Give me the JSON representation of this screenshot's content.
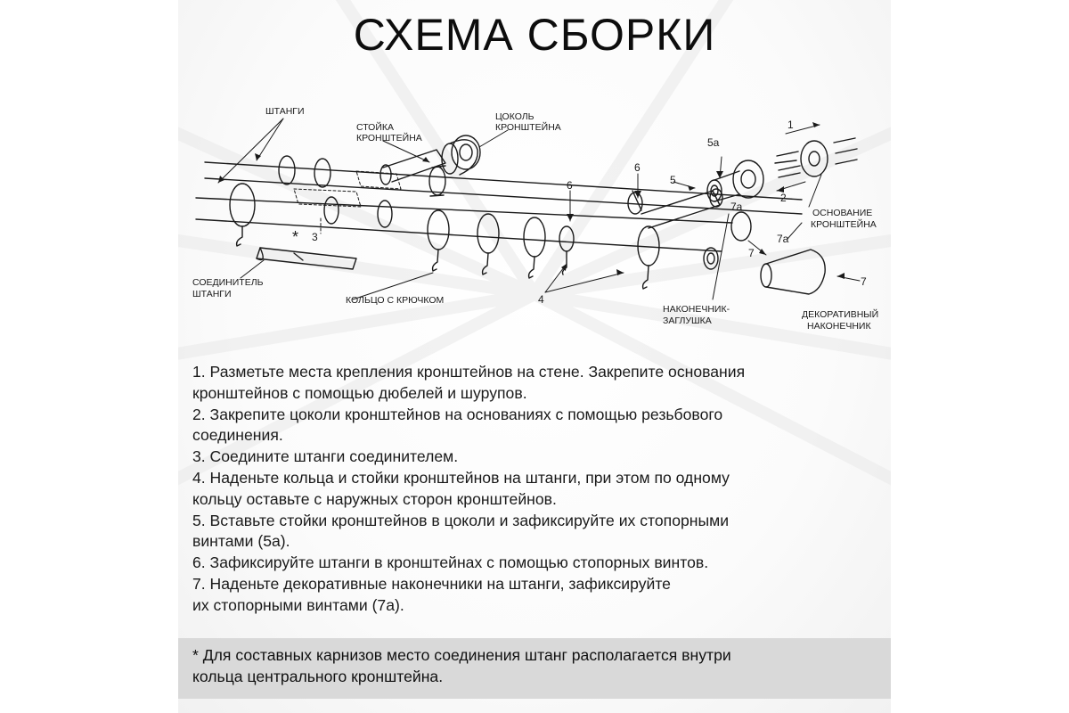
{
  "title": "СХЕМА СБОРКИ",
  "labels": {
    "rods": "ШТАНГИ",
    "bracket_post_1": "СТОЙКА",
    "bracket_post_2": "КРОНШТЕЙНА",
    "bracket_socket_1": "ЦОКОЛЬ",
    "bracket_socket_2": "КРОНШТЕЙНА",
    "connector_1": "СОЕДИНИТЕЛЬ",
    "connector_2": "ШТАНГИ",
    "ring": "КОЛЬЦО С КРЮЧКОМ",
    "end_plug_1": "НАКОНЕЧНИК-",
    "end_plug_2": "ЗАГЛУШКА",
    "finial_1": "ДЕКОРАТИВНЫЙ",
    "finial_2": "НАКОНЕЧНИК",
    "bracket_base_1": "ОСНОВАНИЕ",
    "bracket_base_2": "КРОНШТЕЙНА",
    "asterisk": "*",
    "n1": "1",
    "n2": "2",
    "n3": "3",
    "n4": "4",
    "n5": "5",
    "n5a": "5а",
    "n6a": "6",
    "n6b": "6",
    "n7": "7",
    "n7a_1": "7а",
    "n7a_2": "7а",
    "n7b": "7"
  },
  "steps": [
    "1. Разметьте места крепления кронштейнов на стене. Закрепите основания",
    "кронштейнов с помощью дюбелей и шурупов.",
    "2. Закрепите цоколи кронштейнов на основаниях с помощью резьбового",
    "соединения.",
    "3. Соедините штанги соединителем.",
    "4. Наденьте кольца и стойки кронштейнов на штанги, при этом по одному",
    "кольцу оставьте с наружных сторон кронштейнов.",
    "5. Вставьте стойки кронштейнов в цоколи и зафиксируйте их стопорными",
    "винтами (5а).",
    "6. Зафиксируйте штанги в кронштейнах с помощью стопорных винтов.",
    "7. Наденьте декоративные наконечники на штанги, зафиксируйте",
    "их стопорными винтами (7а)."
  ],
  "note": [
    "*  Для составных карнизов место соединения штанг располагается внутри",
    "кольца центрального кронштейна."
  ],
  "colors": {
    "note_background": "#d9d9d9",
    "text": "#1a1a1a",
    "line_art": "#1a1a1a"
  }
}
